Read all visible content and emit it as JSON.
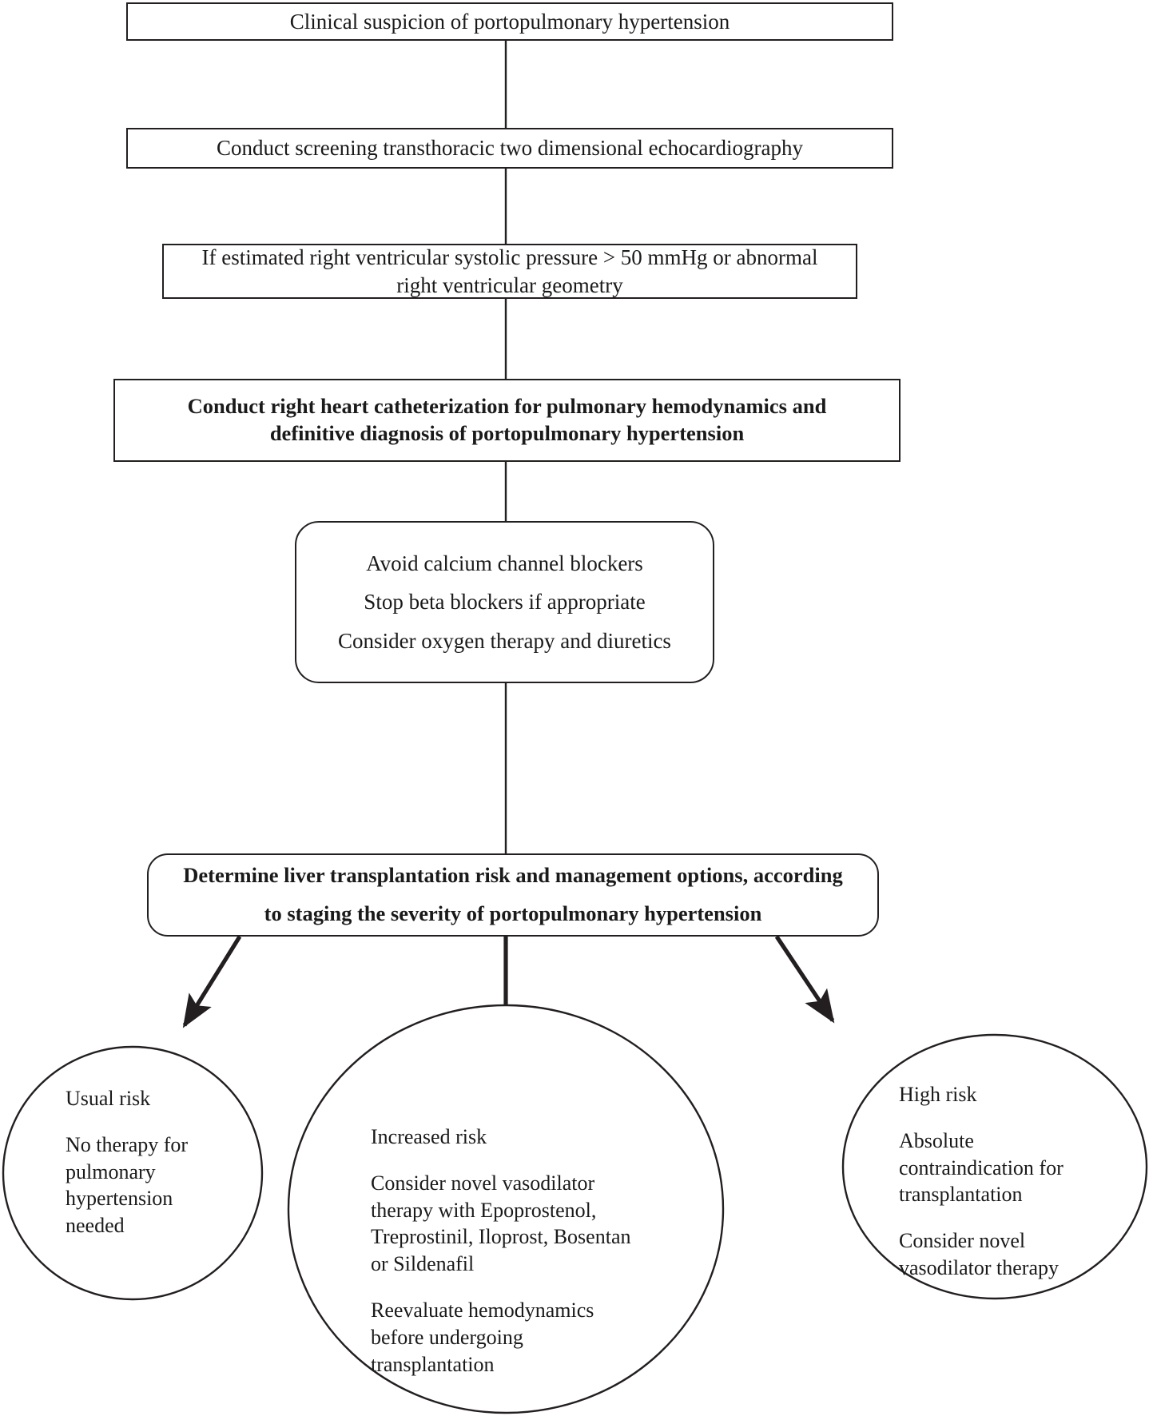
{
  "diagram": {
    "title": "Portopulmonary hypertension diagnostic and management algorithm",
    "stroke_color": "#231f20",
    "background": "#ffffff",
    "nodes": {
      "suspicion": {
        "shape": "rectangle",
        "lines": [
          "Clinical suspicion of portopulmonary hypertension"
        ]
      },
      "echo": {
        "shape": "rectangle",
        "lines": [
          "Conduct screening transthoracic two dimensional echocardiography"
        ]
      },
      "criteria": {
        "shape": "rectangle",
        "lines": [
          "If estimated right ventricular systolic pressure > 50 mmHg or abnormal",
          "right ventricular geometry"
        ]
      },
      "catheterization": {
        "shape": "rectangle",
        "bold": true,
        "lines": [
          "Conduct right heart catheterization for pulmonary hemodynamics and",
          "definitive diagnosis of portopulmonary hypertension"
        ]
      },
      "medications": {
        "shape": "rounded-rectangle",
        "lines": [
          "Avoid calcium channel blockers",
          "Stop beta blockers if appropriate",
          "Consider oxygen therapy and diuretics"
        ]
      },
      "staging": {
        "shape": "rounded-rectangle",
        "bold": true,
        "lines": [
          "Determine liver transplantation risk and management options, according",
          "to staging the severity of portopulmonary hypertension"
        ]
      },
      "usual_risk": {
        "shape": "ellipse",
        "heading": "Usual risk",
        "paragraphs": [
          [
            "No therapy for",
            "pulmonary",
            "hypertension",
            "needed"
          ]
        ]
      },
      "increased_risk": {
        "shape": "ellipse",
        "heading": "Increased risk",
        "paragraphs": [
          [
            "Consider novel vasodilator",
            "therapy with Epoprostenol,",
            "Treprostinil, Iloprost, Bosentan",
            "or Sildenafil"
          ],
          [
            "Reevaluate hemodynamics",
            "before undergoing",
            "transplantation"
          ]
        ]
      },
      "high_risk": {
        "shape": "ellipse",
        "heading": "High risk",
        "paragraphs": [
          [
            "Absolute",
            "contraindication for",
            "transplantation"
          ],
          [
            "Consider novel",
            "vasodilator therapy"
          ]
        ]
      }
    },
    "connectors": [
      {
        "name": "suspicion-to-echo",
        "type": "plain-line"
      },
      {
        "name": "echo-to-criteria",
        "type": "plain-line"
      },
      {
        "name": "criteria-to-catheterization",
        "type": "plain-line"
      },
      {
        "name": "catheterization-to-medications",
        "type": "plain-line"
      },
      {
        "name": "medications-to-staging",
        "type": "plain-line"
      },
      {
        "name": "staging-to-usual-risk",
        "type": "arrow"
      },
      {
        "name": "staging-to-increased-risk",
        "type": "arrow"
      },
      {
        "name": "staging-to-high-risk",
        "type": "arrow"
      }
    ]
  }
}
